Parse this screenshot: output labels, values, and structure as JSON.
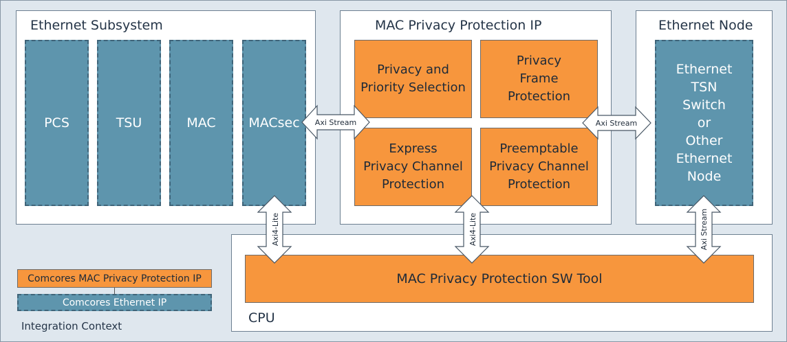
{
  "diagram": {
    "ethernet_subsystem": {
      "title": "Ethernet Subsystem",
      "blocks": [
        "PCS",
        "TSU",
        "MAC",
        "MACsec"
      ]
    },
    "mac_privacy_ip": {
      "title": "MAC Privacy Protection IP",
      "blocks": [
        "Privacy and\nPriority Selection",
        "Privacy\nFrame\nProtection",
        "Express\nPrivacy Channel\nProtection",
        "Preemptable\nPrivacy Channel\nProtection"
      ]
    },
    "ethernet_node": {
      "title": "Ethernet Node",
      "block": "Ethernet\nTSN\nSwitch\nor\nOther\nEthernet\nNode"
    },
    "cpu": {
      "label": "CPU",
      "tool": "MAC Privacy Protection SW Tool"
    },
    "connections": {
      "axi_stream_left": "Axi Stream",
      "axi_stream_right": "Axi Stream",
      "axi_stream_vertical": "Axi Stream",
      "axi4_lite_left": "Axi4-Lite",
      "axi4_lite_mid": "Axi4-Lite"
    },
    "legend": {
      "comcores_mac_privacy_ip": "Comcores MAC Privacy Protection IP",
      "comcores_ethernet_ip": "Comcores Ethernet IP",
      "caption": "Integration Context"
    }
  },
  "colors": {
    "orange": "#f7963d",
    "teal": "#5e95ad",
    "background": "#dfe7ee"
  }
}
